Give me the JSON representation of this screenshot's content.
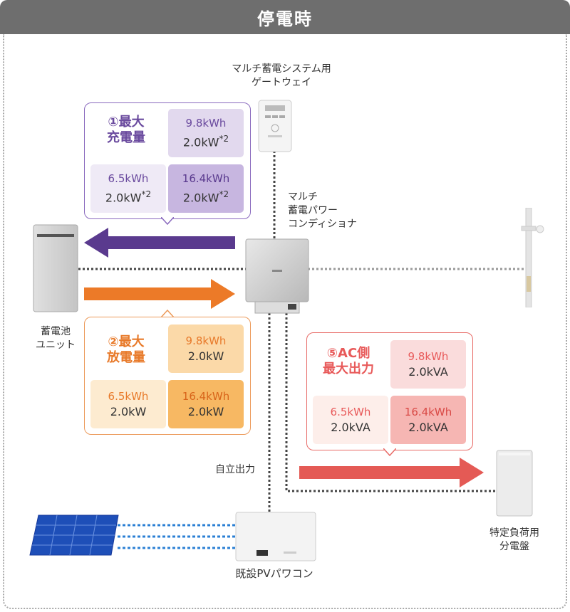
{
  "header": {
    "title": "停電時"
  },
  "labels": {
    "gateway_l1": "マルチ蓄電システム用",
    "gateway_l2": "ゲートウェイ",
    "pcs_l1": "マルチ",
    "pcs_l2": "蓄電パワー",
    "pcs_l3": "コンディショナ",
    "battery_l1": "蓄電池",
    "battery_l2": "ユニット",
    "self_output": "自立出力",
    "pv": "既設PVパワコン",
    "panel_l1": "特定負荷用",
    "panel_l2": "分電盤"
  },
  "charge": {
    "num": "①",
    "title_l1": "最大",
    "title_l2": "充電量",
    "color": "#6a4a9e",
    "cells": [
      {
        "cap": "9.8kWh",
        "pw": "2.0kW",
        "sup": "*2"
      },
      {
        "cap": "6.5kWh",
        "pw": "2.0kW",
        "sup": "*2"
      },
      {
        "cap": "16.4kWh",
        "pw": "2.0kW",
        "sup": "*2"
      }
    ]
  },
  "discharge": {
    "num": "②",
    "title_l1": "最大",
    "title_l2": "放電量",
    "color": "#e87a2a",
    "cells": [
      {
        "cap": "9.8kWh",
        "pw": "2.0kW"
      },
      {
        "cap": "6.5kWh",
        "pw": "2.0kW"
      },
      {
        "cap": "16.4kWh",
        "pw": "2.0kW"
      }
    ]
  },
  "ac_output": {
    "num": "⑤",
    "title_l1": "AC側",
    "title_l2": "最大出力",
    "color": "#e85a5a",
    "cells": [
      {
        "cap": "9.8kWh",
        "pw": "2.0kVA"
      },
      {
        "cap": "6.5kWh",
        "pw": "2.0kVA"
      },
      {
        "cap": "16.4kWh",
        "pw": "2.0kVA"
      }
    ]
  }
}
